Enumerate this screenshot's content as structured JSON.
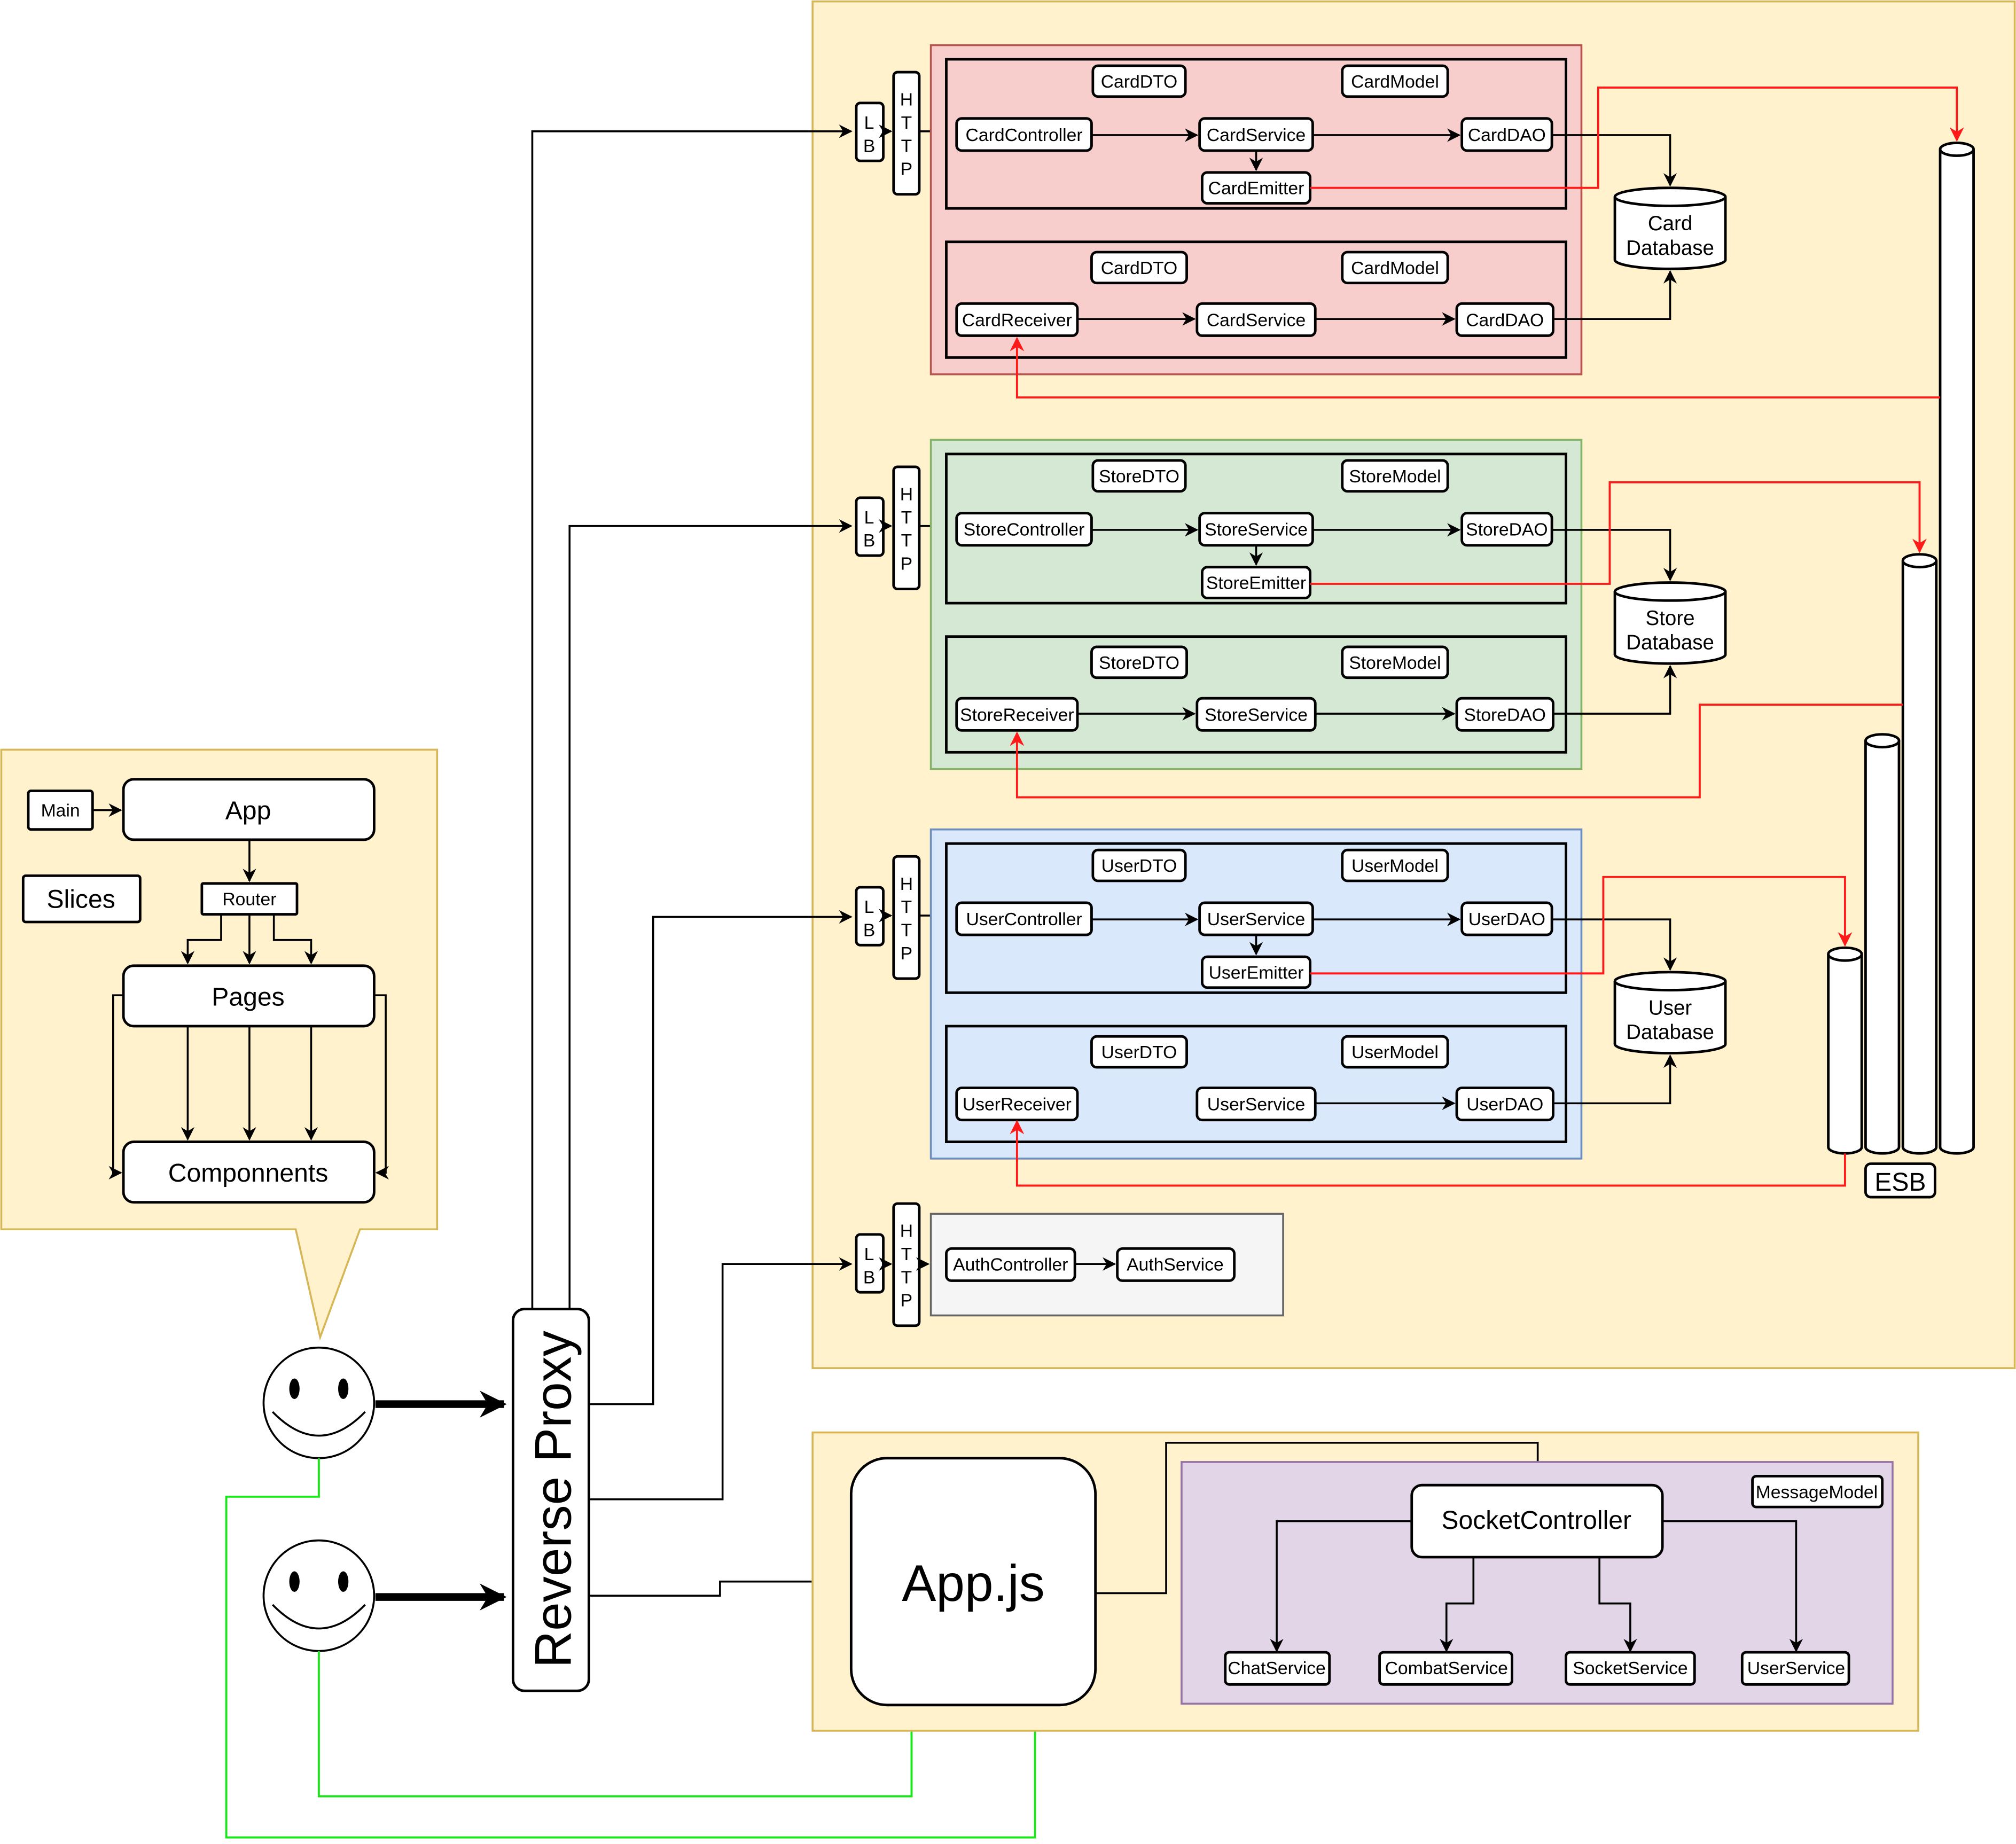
{
  "frontend": {
    "main": "Main",
    "app": "App",
    "slices": "Slices",
    "router": "Router",
    "pages": "Pages",
    "components": "Componnents"
  },
  "reverse_proxy": "Reverse Proxy",
  "gateway": {
    "lb": [
      "L",
      "B"
    ],
    "http": [
      "H",
      "T",
      "T",
      "P"
    ]
  },
  "services": [
    {
      "name": "card",
      "color_fill": "#f8cecc",
      "color_stroke": "#b85450",
      "api": {
        "dto": "CardDTO",
        "model": "CardModel",
        "controller": "CardController",
        "service": "CardService",
        "dao": "CardDAO",
        "emitter": "CardEmitter"
      },
      "consumer": {
        "dto": "CardDTO",
        "model": "CardModel",
        "receiver": "CardReceiver",
        "service": "CardService",
        "dao": "CardDAO"
      },
      "database": [
        "Card",
        "Database"
      ]
    },
    {
      "name": "store",
      "color_fill": "#d5e8d4",
      "color_stroke": "#82b366",
      "api": {
        "dto": "StoreDTO",
        "model": "StoreModel",
        "controller": "StoreController",
        "service": "StoreService",
        "dao": "StoreDAO",
        "emitter": "StoreEmitter"
      },
      "consumer": {
        "dto": "StoreDTO",
        "model": "StoreModel",
        "receiver": "StoreReceiver",
        "service": "StoreService",
        "dao": "StoreDAO"
      },
      "database": [
        "Store",
        "Database"
      ]
    },
    {
      "name": "user",
      "color_fill": "#dae8fc",
      "color_stroke": "#6c8ebf",
      "api": {
        "dto": "UserDTO",
        "model": "UserModel",
        "controller": "UserController",
        "service": "UserService",
        "dao": "UserDAO",
        "emitter": "UserEmitter"
      },
      "consumer": {
        "dto": "UserDTO",
        "model": "UserModel",
        "receiver": "UserReceiver",
        "service": "UserService",
        "dao": "UserDAO"
      },
      "database": [
        "User",
        "Database"
      ]
    }
  ],
  "auth": {
    "controller": "AuthController",
    "service": "AuthService"
  },
  "esb": "ESB",
  "socket": {
    "appjs": "App.js",
    "controller": "SocketController",
    "message_model": "MessageModel",
    "services": [
      "ChatService",
      "CombatService",
      "SocketService",
      "UserService"
    ]
  },
  "colors": {
    "container_fill": "#fff2cc",
    "container_stroke": "#d6b656",
    "auth_fill": "#f5f5f5",
    "auth_stroke": "#666666",
    "socket_fill": "#e1d5e7",
    "socket_stroke": "#9673a6",
    "event_line": "#ff1a1a",
    "client_line": "#19e619"
  }
}
